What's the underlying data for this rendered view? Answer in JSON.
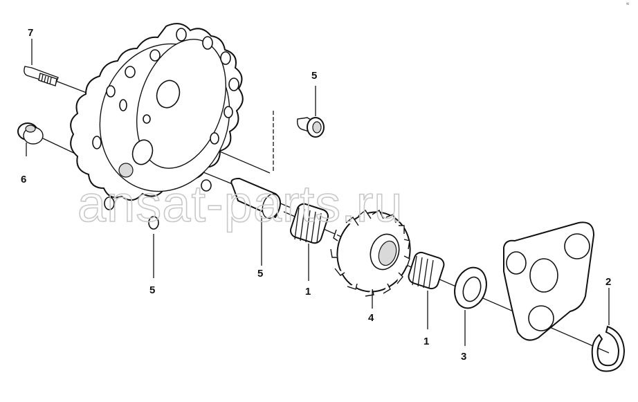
{
  "watermark": "ansat-parts.ru",
  "corner_mark": "≈",
  "callouts": {
    "bolt": "7",
    "plug": "6",
    "housing": "5",
    "pin": "5",
    "pin_small": "5",
    "bearing_left": "1",
    "gear": "4",
    "bearing_right": "1",
    "washer": "3",
    "plate": "",
    "snap_ring": "2"
  }
}
